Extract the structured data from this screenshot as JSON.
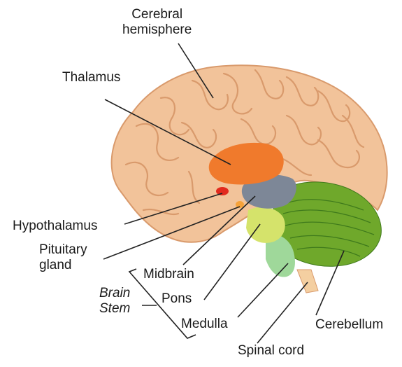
{
  "labels": {
    "cerebral_hemisphere": "Cerebral\nhemisphere",
    "thalamus": "Thalamus",
    "hypothalamus": "Hypothalamus",
    "pituitary_gland": "Pituitary\ngland",
    "midbrain": "Midbrain",
    "pons": "Pons",
    "medulla": "Medulla",
    "brain_stem": "Brain\nStem",
    "cerebellum": "Cerebellum",
    "spinal_cord": "Spinal cord"
  },
  "colors": {
    "cerebrum": "#f2c39a",
    "cerebrum_shadow": "#d99a6c",
    "thalamus": "#f07a2c",
    "hypothalamus": "#e22a1e",
    "pituitary": "#f6a23a",
    "midbrain": "#7d8797",
    "pons": "#d5e36b",
    "medulla": "#9fd89a",
    "cerebellum": "#6fa82b",
    "cerebellum_dark": "#3f7a1c",
    "spinal_cord": "#f4cfa1"
  }
}
